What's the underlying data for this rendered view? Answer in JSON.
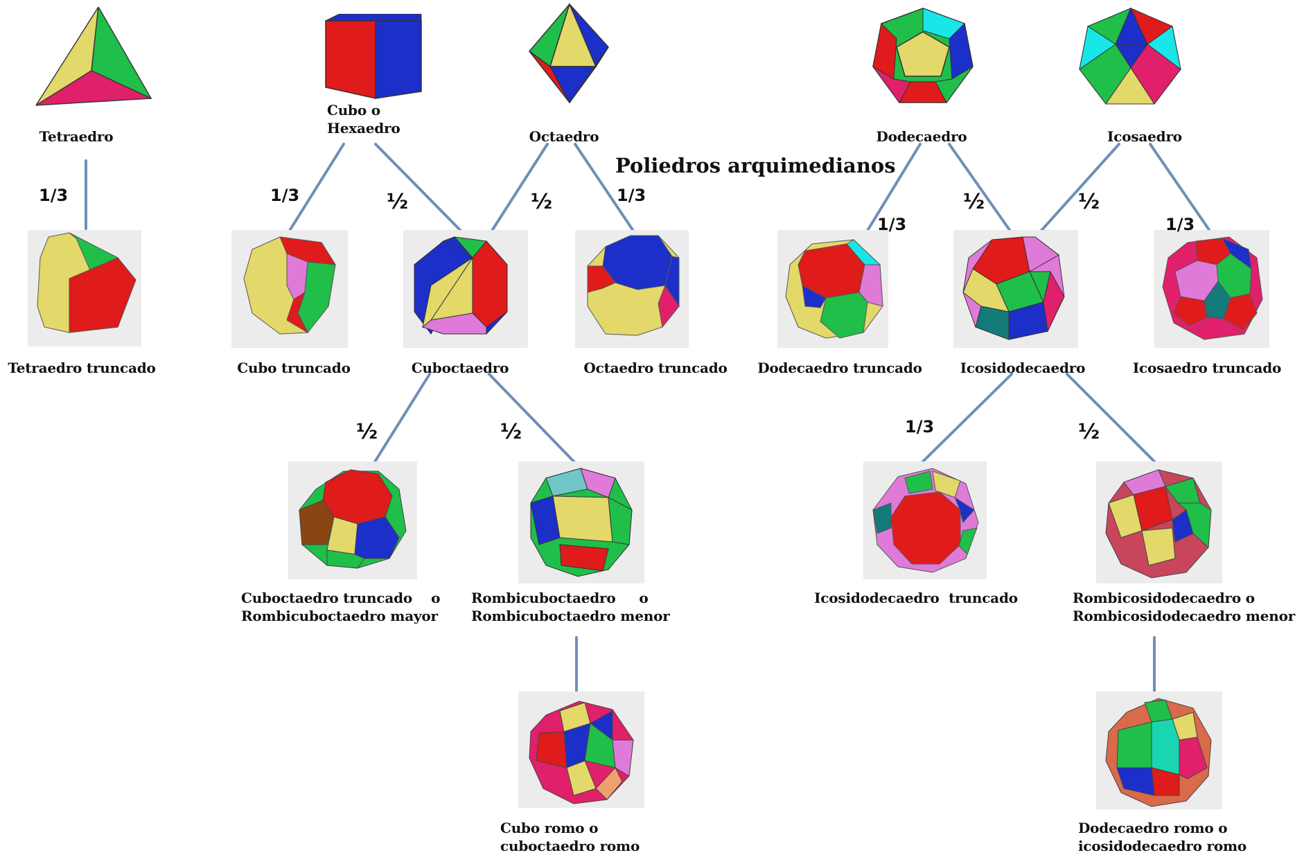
{
  "title": "Poliedros arquimedianos",
  "platonic": {
    "tetra": "Tetraedro",
    "cube": "Cubo o\nHexaedro",
    "octa": "Octaedro",
    "dodeca": "Dodecaedro",
    "icosa": "Icosaedro"
  },
  "archimedean": {
    "trunc_tetra": "Tetraedro truncado",
    "trunc_cube": "Cubo truncado",
    "cubocta": "Cuboctaedro",
    "trunc_octa": "Octaedro truncado",
    "trunc_dodeca": "Dodecaedro truncado",
    "icosidodeca": "Icosidodecaedro",
    "trunc_icosa": "Icosaedro truncado",
    "trunc_cubocta": "Cuboctaedro truncado    o\nRombicuboctaedro mayor",
    "rhombicubocta": "Rombicuboctaedro     o\nRombicuboctaedro menor",
    "trunc_icosidodeca": "Icosidodecaedro  truncado",
    "rhombicosidodeca": "Rombicosidodecaedro o\nRombicosidodecaedro menor",
    "snub_cube": "Cubo romo o\ncuboctaedro romo",
    "snub_dodeca": "Dodecaedro romo o\nicosidodecaedro romo"
  },
  "ratios": {
    "third": "1/3",
    "half": "½"
  },
  "colors": {
    "edge": "#6f8fb8",
    "thumb_bg": "#ececec",
    "red": "#e01b1b",
    "green": "#1fbf4a",
    "blue": "#1c2fc9",
    "yellow": "#e3d86a",
    "magenta": "#e0206a",
    "cyan": "#19e6e6",
    "pink": "#e07ad9",
    "teal": "#137a7a"
  }
}
